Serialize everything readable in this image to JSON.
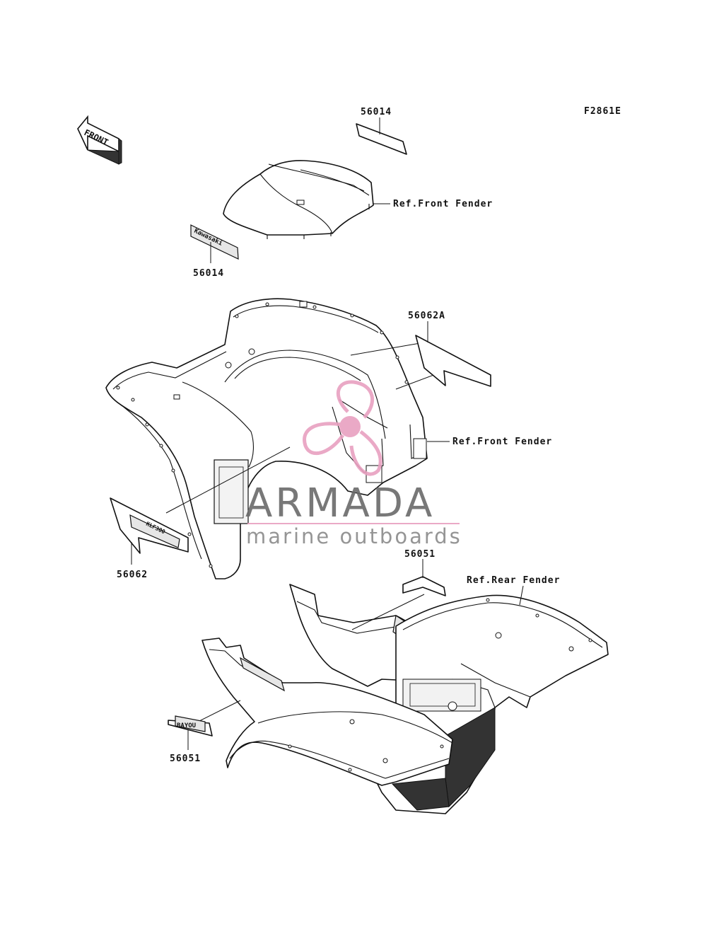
{
  "figure_code": "F2861E",
  "direction_arrow": "FRONT",
  "watermark": {
    "brand": "ARMADA",
    "tagline": "marine outboards",
    "icon": "propeller-logo-icon",
    "accent_color": "#e8a0c0"
  },
  "callouts": {
    "part_56014_top": "56014",
    "part_56014_left": "56014",
    "part_56062a": "56062A",
    "part_56062": "56062",
    "part_56051_right": "56051",
    "part_56051_left": "56051",
    "ref_front_fender_1": "Ref.Front Fender",
    "ref_front_fender_2": "Ref.Front Fender",
    "ref_rear_fender": "Ref.Rear Fender"
  },
  "decal_text": {
    "kawasaki_decal": "Kawasaki",
    "decal_56062": "KLF300",
    "decal_56051": "BAYOU"
  }
}
